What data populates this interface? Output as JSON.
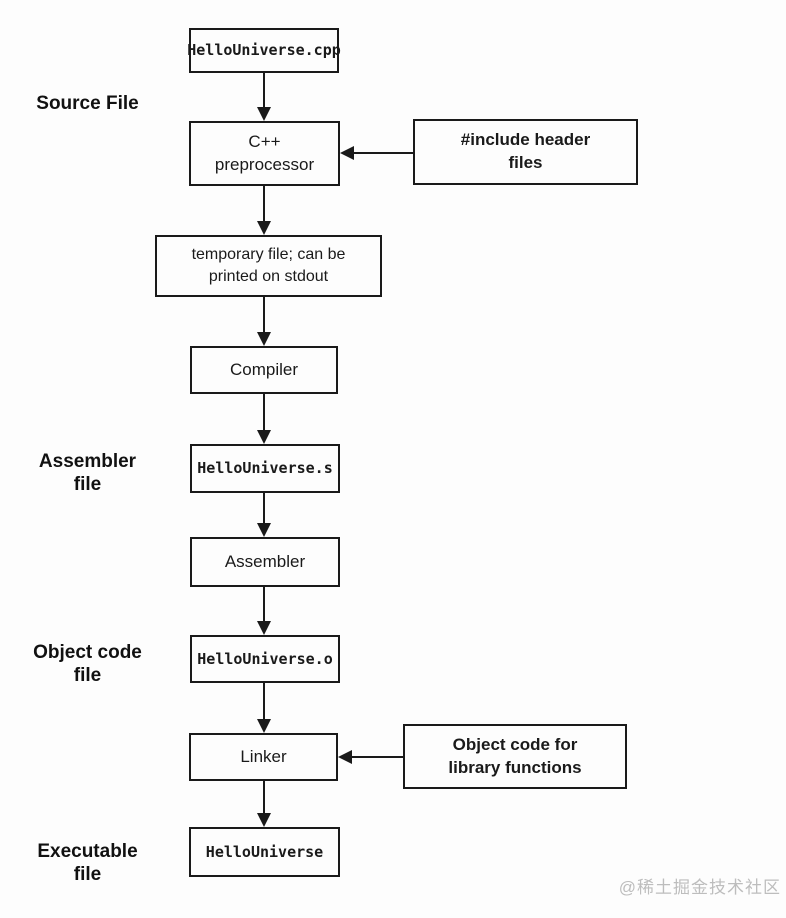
{
  "flowchart": {
    "nodes": {
      "source_cpp": "HelloUniverse.cpp",
      "preprocessor_line1": "C++",
      "preprocessor_line2": "preprocessor",
      "include_line1": "#include header",
      "include_line2": "files",
      "tempfile_line1": "temporary file; can be",
      "tempfile_line2": "printed on stdout",
      "compiler": "Compiler",
      "assembly_s": "HelloUniverse.s",
      "assembler": "Assembler",
      "object_o": "HelloUniverse.o",
      "linker": "Linker",
      "libobj_line1": "Object code for",
      "libobj_line2": "library functions",
      "executable": "HelloUniverse"
    },
    "side_labels": {
      "source_file": "Source File",
      "assembler_file_line1": "Assembler",
      "assembler_file_line2": "file",
      "object_code_line1": "Object code",
      "object_code_line2": "file",
      "executable_line1": "Executable",
      "executable_line2": "file"
    },
    "watermark": "@稀土掘金技术社区",
    "colors": {
      "line": "#1a1a1a",
      "box_border": "#1a1a1a",
      "background": "#fdfdfd",
      "watermark": "#bdbdbd"
    }
  }
}
